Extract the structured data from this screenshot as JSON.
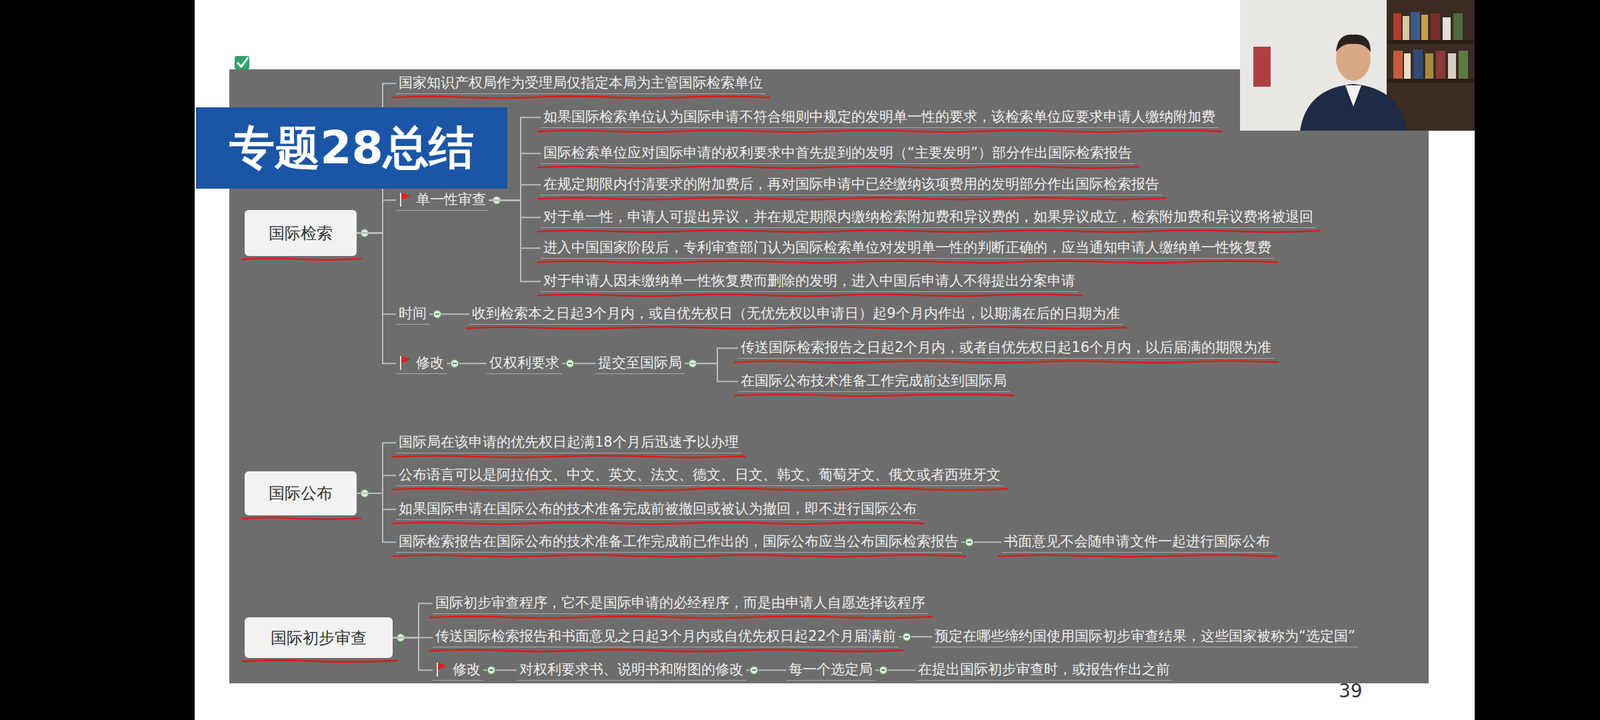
{
  "diagram": {
    "title": "专题28总结",
    "nodes": [
      {
        "text": [
          "国际检索"
        ]
      },
      {
        "text": [
          "国家知识产权局作为受理局仅指定本局为主管国际检索单位"
        ]
      },
      {
        "text": [
          "单一性审查"
        ]
      },
      {
        "text": [
          "如果国际检索单位认为国际申请不符合细则中规定的发明单一性的要求，该检索单位应要求申请人缴纳附加费"
        ]
      },
      {
        "text": [
          "国际检索单位应对国际申请的权利要求中首先提到的发明（“主要发明”）部分作出国际检索报告"
        ]
      },
      {
        "text": [
          "在规定期限内付清要求的附加费后，再对国际申请中已经缴纳该项费用的发明部分作出国际检索报告"
        ]
      },
      {
        "text": [
          "对于单一性，申请人可提出异议，并在规定期限内缴纳检索附加费和异议费的，如果异议成立，检索附加费和异议费将被退回"
        ]
      },
      {
        "text": [
          "进入中国国家阶段后，专利审查部门认为国际检索单位对发明单一性的判断正确的，应当通知申请人缴纳单一性恢复费"
        ]
      },
      {
        "text": [
          "对于申请人因未缴纳单一性恢复费而删除的发明，进入中国后申请人不得提出分案申请"
        ]
      },
      {
        "text": [
          "时间"
        ]
      },
      {
        "text": [
          "收到检索本之日起3个月内，或自优先权日（无优先权以申请日）起9个月内作出，以期满在后的日期为准"
        ]
      },
      {
        "text": [
          "修改"
        ]
      },
      {
        "text": [
          "仅权利要求"
        ]
      },
      {
        "text": [
          "提交至国际局"
        ]
      },
      {
        "text": [
          "传送国际检索报告之日起2个月内，或者自优先权日起16个月内，以后届满的期限为准"
        ]
      },
      {
        "text": [
          "在国际公布技术准备工作完成前达到国际局"
        ]
      },
      {
        "text": [
          "国际公布"
        ]
      },
      {
        "text": [
          "国际局在该申请的优先权日起满18个月后迅速予以办理"
        ]
      },
      {
        "text": [
          "公布语言可以是阿拉伯文、中文、英文、法文、德文、日文、韩文、葡萄牙文、俄文或者西班牙文"
        ]
      },
      {
        "text": [
          "如果国际申请在国际公布的技术准备完成前被撤回或被认为撤回，即不进行国际公布"
        ]
      },
      {
        "text": [
          "国际检索报告在国际公布的技术准备工作完成前已作出的，国际公布应当公布国际检索报告"
        ]
      },
      {
        "text": [
          "书面意见不会随申请文件一起进行国际公布"
        ]
      },
      {
        "text": [
          "国际初步审查"
        ]
      },
      {
        "text": [
          "国际初步审查程序，它不是国际申请的必经程序，而是由申请人自愿选择该程序"
        ]
      },
      {
        "text": [
          "传送国际检索报告和书面意见之日起3个月内或自优先权日起22个月届满前"
        ]
      },
      {
        "text": [
          "预定在哪些缔约国使用国际初步审查结果，这些国家被称为“选定国”"
        ]
      },
      {
        "text": [
          "修改"
        ]
      },
      {
        "text": [
          "对权利要求书、说明书和附图的修改"
        ]
      },
      {
        "text": [
          "每一个选定局"
        ]
      },
      {
        "text": [
          "在提出国际初步审查时，或报告作出之前"
        ]
      }
    ],
    "edges": [
      {
        "from": 0,
        "to": 1,
        "arrow": "none"
      },
      {
        "from": 0,
        "to": 2,
        "arrow": "none"
      },
      {
        "from": 2,
        "to": 3,
        "arrow": "none"
      },
      {
        "from": 2,
        "to": 4,
        "arrow": "none"
      },
      {
        "from": 2,
        "to": 5,
        "arrow": "none"
      },
      {
        "from": 2,
        "to": 6,
        "arrow": "none"
      },
      {
        "from": 2,
        "to": 7,
        "arrow": "none"
      },
      {
        "from": 2,
        "to": 8,
        "arrow": "none"
      },
      {
        "from": 0,
        "to": 9,
        "arrow": "none"
      },
      {
        "from": 9,
        "to": 10,
        "arrow": "none"
      },
      {
        "from": 0,
        "to": 11,
        "arrow": "none"
      },
      {
        "from": 11,
        "to": 12,
        "arrow": "none"
      },
      {
        "from": 12,
        "to": 13,
        "arrow": "none"
      },
      {
        "from": 13,
        "to": 14,
        "arrow": "none"
      },
      {
        "from": 13,
        "to": 15,
        "arrow": "none"
      },
      {
        "from": 16,
        "to": 17,
        "arrow": "none"
      },
      {
        "from": 16,
        "to": 18,
        "arrow": "none"
      },
      {
        "from": 16,
        "to": 19,
        "arrow": "none"
      },
      {
        "from": 16,
        "to": 20,
        "arrow": "none"
      },
      {
        "from": 20,
        "to": 21,
        "arrow": "none"
      },
      {
        "from": 22,
        "to": 23,
        "arrow": "none"
      },
      {
        "from": 22,
        "to": 24,
        "arrow": "none"
      },
      {
        "from": 24,
        "to": 25,
        "arrow": "none"
      },
      {
        "from": 22,
        "to": 26,
        "arrow": "none"
      },
      {
        "from": 26,
        "to": 27,
        "arrow": "none"
      },
      {
        "from": 27,
        "to": 28,
        "arrow": "none"
      },
      {
        "from": 28,
        "to": 29,
        "arrow": "none"
      }
    ],
    "labels": [
      "39"
    ]
  }
}
